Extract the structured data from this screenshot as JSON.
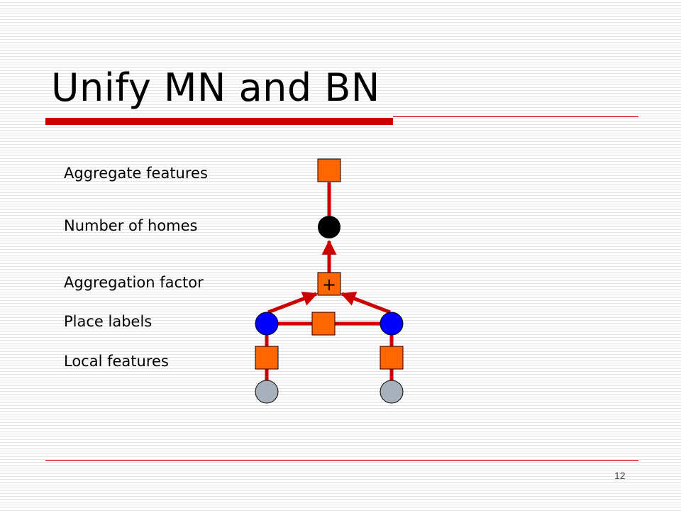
{
  "slide": {
    "title": "Unify MN and BN",
    "page_number": "12"
  },
  "labels": {
    "aggregate_features": "Aggregate features",
    "number_of_homes": "Number of homes",
    "aggregation_factor": "Aggregation factor",
    "place_labels": "Place labels",
    "local_features": "Local features"
  },
  "diagram": {
    "plus_symbol": "+"
  },
  "colors": {
    "accent_red": "#cc0000",
    "factor_orange": "#ff6600",
    "place_blue": "#0000ff",
    "local_gray": "#a8b0bb",
    "count_black": "#000000"
  }
}
